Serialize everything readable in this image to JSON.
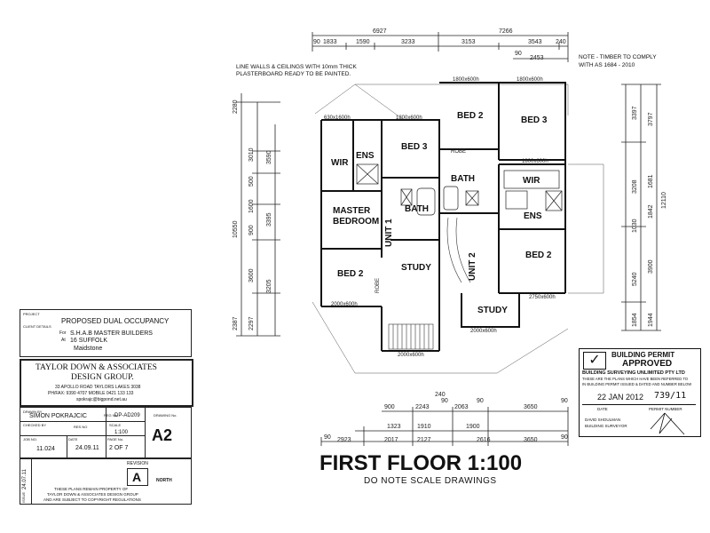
{
  "notes": {
    "top_left": "LINE WALLS & CEILINGS WITH 10mm THICK PLASTERBOARD READY TO BE PAINTED.",
    "top_right": "NOTE - TIMBER TO COMPLY WITH AS 1684 - 2010"
  },
  "dims_top": {
    "overall_left": "6927",
    "overall_right": "7266",
    "row2": [
      "90",
      "1833",
      "1590",
      "3233",
      "3153",
      "3543",
      "240"
    ],
    "row3": [
      "90",
      "2453"
    ]
  },
  "dims_left": [
    "2280",
    "3010",
    "3590",
    "500",
    "1600",
    "900",
    "3395",
    "3600",
    "3205",
    "2387",
    "2297",
    "10550"
  ],
  "dims_right": [
    "3397",
    "3797",
    "12110",
    "3208",
    "1681",
    "1842",
    "1030",
    "3900",
    "5240",
    "1854",
    "1944"
  ],
  "dims_bottom": {
    "row1": [
      "240"
    ],
    "row2": [
      "900",
      "2243",
      "90",
      "2063",
      "90",
      "3650",
      "90"
    ],
    "row3": [
      "1323",
      "1910",
      "1900"
    ],
    "row4": [
      "90",
      "2923",
      "2017",
      "2127",
      "2616",
      "3650",
      "90"
    ]
  },
  "rooms": {
    "wir1": "WIR",
    "ens1": "ENS",
    "bed3_1": "BED 3",
    "bath1": "BATH",
    "master": "MASTER BEDROOM",
    "unit1": "UNIT 1",
    "bed2_1": "BED 2",
    "study1": "STUDY",
    "robe1": "ROBE",
    "bed2_2": "BED 2",
    "bed3_2": "BED 3",
    "robe2": "ROBE",
    "bath2": "BATH",
    "wir2": "WIR",
    "ens2": "ENS",
    "unit2": "UNIT 2",
    "bed2_3": "BED 2",
    "study2": "STUDY"
  },
  "window_labels": [
    "1800x600h",
    "1800x600h",
    "1800x600h",
    "1800x600h",
    "630x1600h",
    "2750x600h",
    "2000x600h",
    "2000x600h",
    "2000x600h"
  ],
  "title_block": {
    "project_label": "PROJECT",
    "project": "PROPOSED DUAL OCCUPANCY",
    "client_label": "CLIENT DETAILS",
    "client_for": "For",
    "client": "S.H.A.B MASTER BUILDERS",
    "address_at": "At",
    "address": "16 SUFFOLK",
    "suburb": "Maidstone",
    "firm": "TAYLOR DOWN & ASSOCIATES",
    "firm2": "DESIGN GROUP.",
    "firm_addr": "33 APOLLO ROAD TAYLORS LAKES 3038",
    "firm_phone": "PH/FAX: 9390 4707  MOBILE 0421 133 133",
    "firm_email": "spokrajc@bigpond.net.au",
    "drawn_by_label": "DRAWN BY",
    "drawn_by": "SIMON POKRAJCIC",
    "reg_no_label": "REG No.",
    "reg_no": "DP-AD209",
    "drawing_no_label": "DRAWING No.",
    "checked_label": "CHECKED BY",
    "res_no_label": "RES NO",
    "scale_label": "SCALE",
    "scale": "1:100",
    "job_no_label": "JOB NO.",
    "job_no": "11.024",
    "date_label": "DATE",
    "date": "24.09.11",
    "page_label": "PAGE No.",
    "page": "2 OF 7",
    "sheet": "A2",
    "revision_label": "REVISION",
    "revision": "A",
    "north": "NORTH",
    "side_date": "24.07.11",
    "issue_label": "ISSUE",
    "copyright1": "THESE PLANS REMAIN PROPERTY OF",
    "copyright2": "TAYLOR DOWN & ASSOCIATES DESIGN GROUP",
    "copyright3": "AND ARE SUBJECT TO COPYRIGHT REGULATIONS"
  },
  "stamp": {
    "title1": "BUILDING PERMIT",
    "title2": "APPROVED",
    "line1": "BUILDING SURVEYING UNLIMITED PTY LTD",
    "line2": "THESE ARE THE PLANS WHICH HAVE BEEN REFERRED TO",
    "line3": "IN BUILDING PERMIT ISSUED & DATED AND NUMBER BELOW",
    "date": "22 JAN 2012",
    "number": "739/11",
    "date_label": "DATE",
    "permit_label": "PERMIT NUMBER",
    "sig_line1": "DAVID SHOULMAN",
    "sig_line2": "BUILDING SURVEYOR"
  },
  "heading": {
    "title": "FIRST FLOOR  1:100",
    "subtitle": "DO NOTE SCALE DRAWINGS"
  }
}
